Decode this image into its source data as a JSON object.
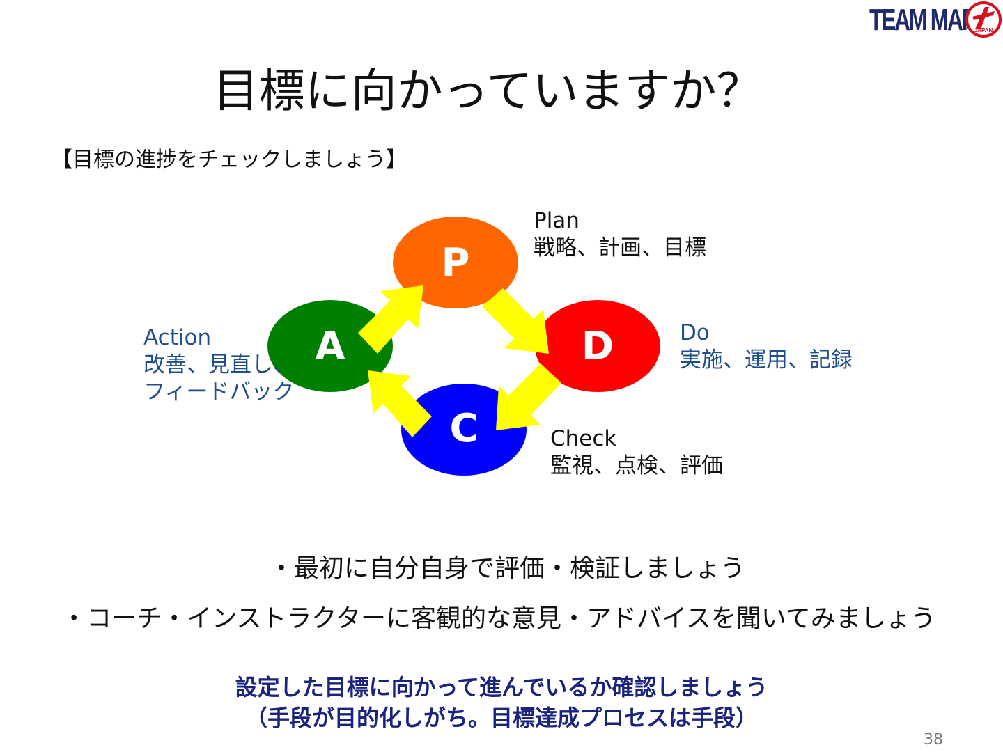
{
  "logo": {
    "text": "TEAM MARU",
    "emblem": "JAPAN"
  },
  "title": "目標に向かっていますか？",
  "subtitle": "【目標の進捗をチェックしましょう】",
  "cycle": {
    "nodes": [
      {
        "letter": "P",
        "color": "#ff6600"
      },
      {
        "letter": "D",
        "color": "#ff0000"
      },
      {
        "letter": "C",
        "color": "#0000ff"
      },
      {
        "letter": "A",
        "color": "#008000"
      }
    ],
    "arrow_color": "#ffff00",
    "labels": {
      "plan": {
        "heading": "Plan",
        "detail": "戦略、計画、目標"
      },
      "do": {
        "heading": "Do",
        "detail": "実施、運用、記録"
      },
      "check": {
        "heading": "Check",
        "detail": "監視、点検、評価"
      },
      "action": {
        "heading": "Action",
        "detail_line1": "改善、見直し、",
        "detail_line2": "フィードバック"
      }
    }
  },
  "bullets": [
    "・最初に自分自身で評価・検証しましょう",
    "・コーチ・インストラクターに客観的な意見・アドバイスを聞いてみましょう"
  ],
  "conclusion": {
    "line1": "設定した目標に向かって進んでいるか確認しましょう",
    "line2": "（手段が目的化しがち。目標達成プロセスは手段）"
  },
  "page_number": "38"
}
